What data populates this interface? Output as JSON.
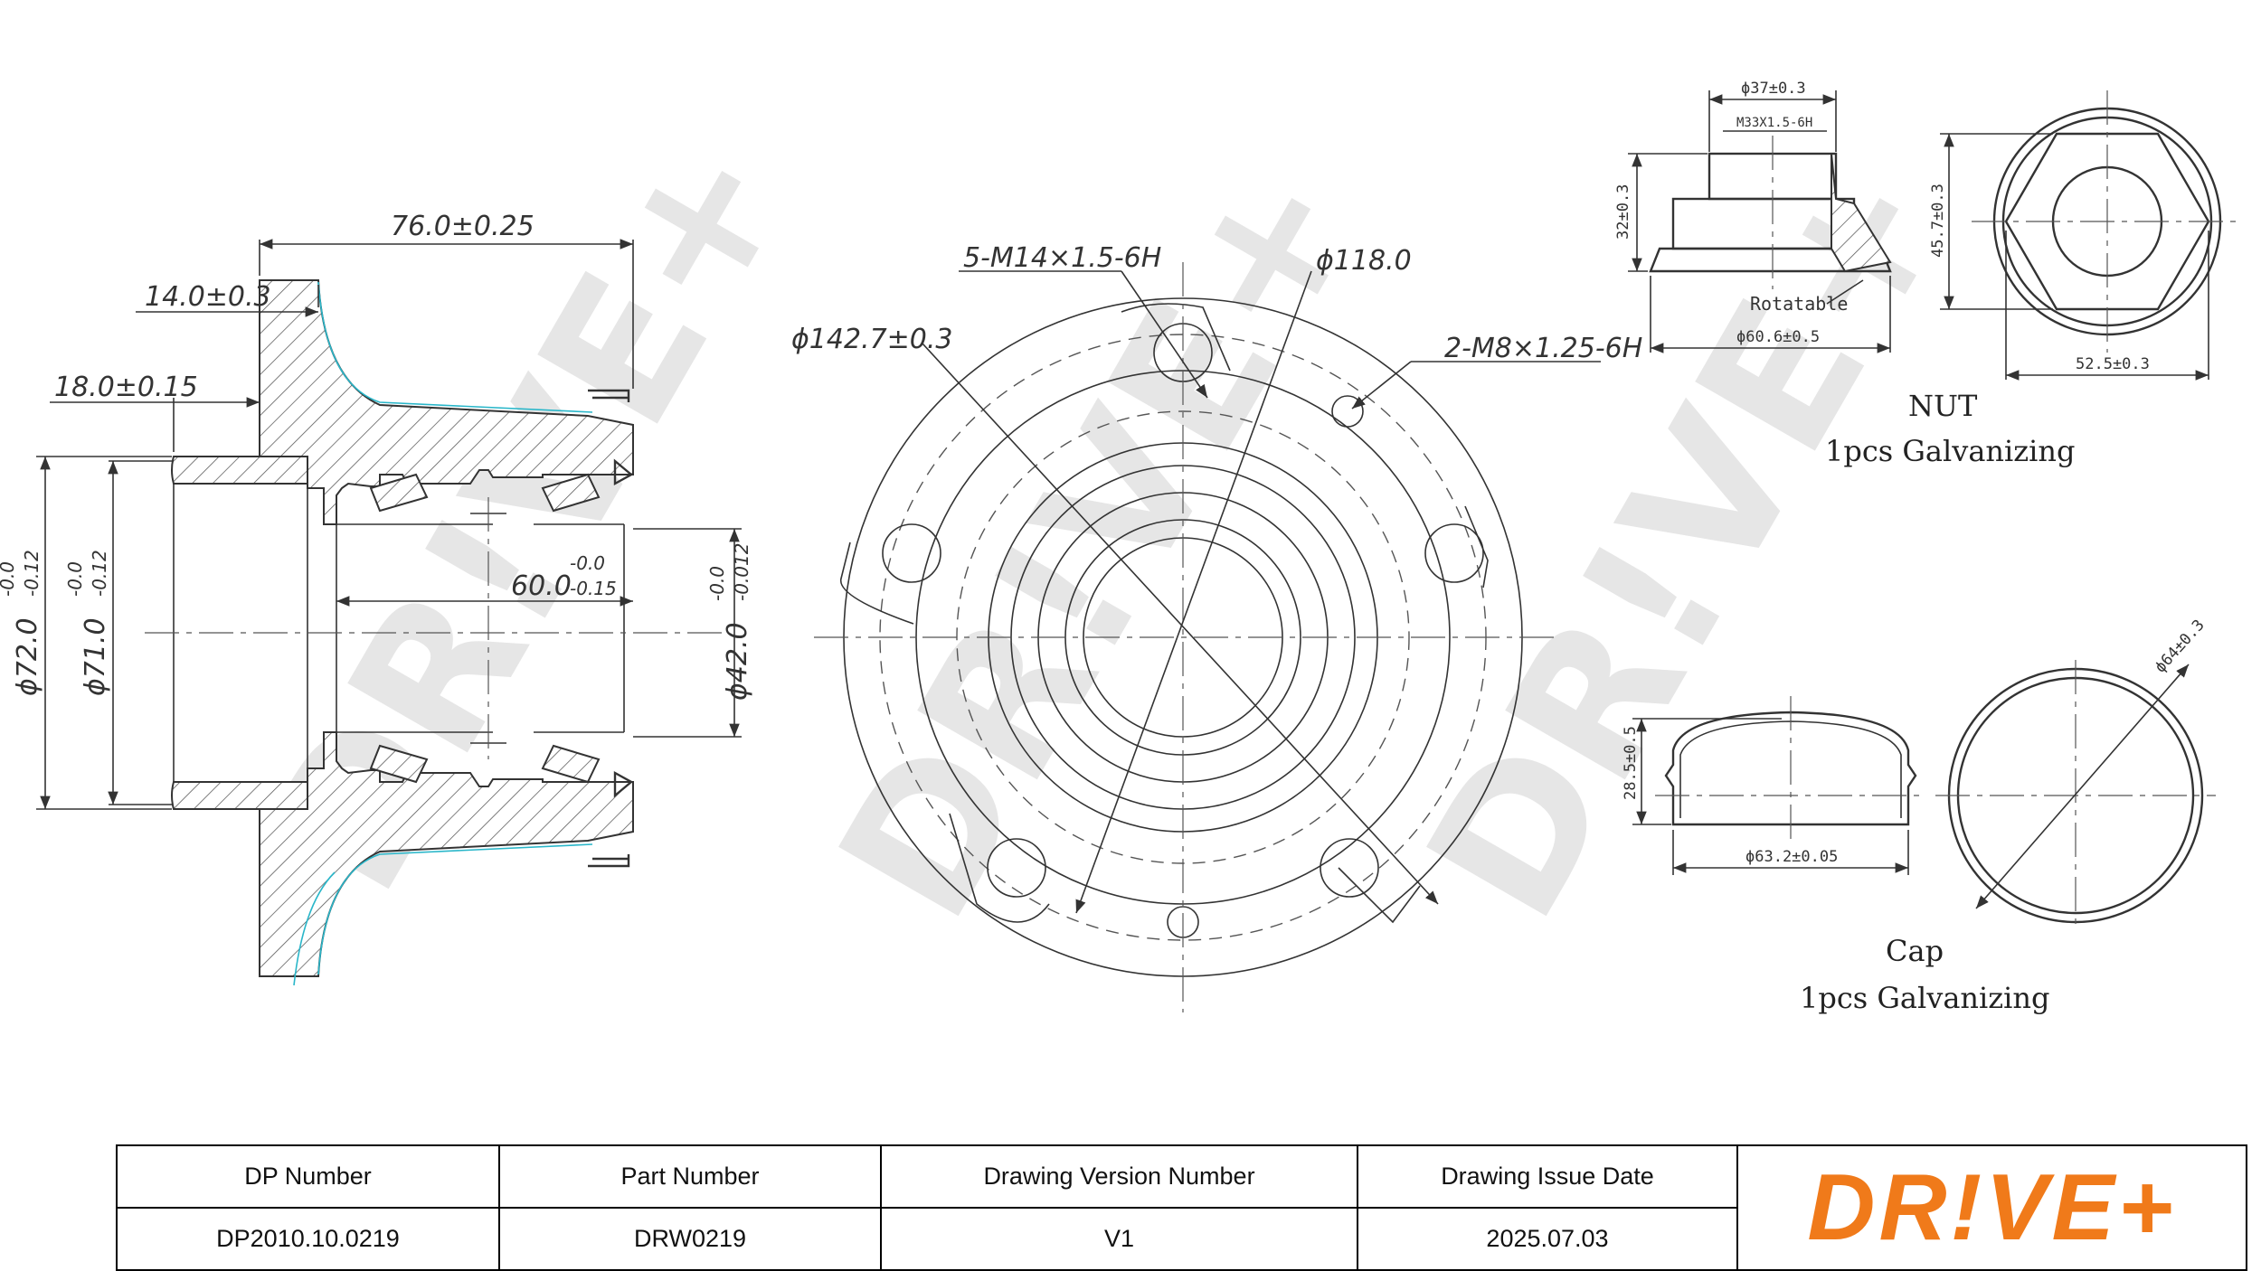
{
  "watermark": "DR!VE+",
  "hub_section": {
    "dims": {
      "overall_length": "76.0±0.25",
      "flange_thickness": "14.0±0.3",
      "pilot_length": "18.0±0.15",
      "od_outer": "ϕ72.0",
      "od_outer_tol_upper": "-0.0",
      "od_outer_tol_lower": "-0.12",
      "od_inner": "ϕ71.0",
      "od_inner_tol_upper": "-0.0",
      "od_inner_tol_lower": "-0.12",
      "bore_length": "60.0",
      "bore_length_tol_upper": "-0.0",
      "bore_length_tol_lower": "-0.15",
      "bore_dia": "ϕ42.0",
      "bore_dia_tol_upper": "-0.0",
      "bore_dia_tol_lower": "-0.012"
    }
  },
  "front_view": {
    "dims": {
      "pcd": "ϕ142.7±0.3",
      "bolt_holes": "5-M14×1.5-6H",
      "inner_dia": "ϕ118.0",
      "small_holes": "2-M8×1.25-6H"
    }
  },
  "nut": {
    "dims": {
      "top_dia": "ϕ37±0.3",
      "thread": "M33X1.5-6H",
      "height": "32±0.3",
      "base_dia": "ϕ60.6±0.5",
      "rotatable_label": "Rotatable",
      "across_corners": "45.7±0.3",
      "across_flats": "52.5±0.3"
    },
    "label": "NUT",
    "spec": "1pcs  Galvanizing"
  },
  "cap": {
    "dims": {
      "height": "28.5±0.5",
      "dia": "ϕ63.2±0.05",
      "outer_dia": "ϕ64±0.3"
    },
    "label": "Cap",
    "spec": "1pcs  Galvanizing"
  },
  "title_block": {
    "columns": [
      {
        "header": "DP Number",
        "value": "DP2010.10.0219"
      },
      {
        "header": "Part Number",
        "value": "DRW0219"
      },
      {
        "header": "Drawing Version Number",
        "value": "V1"
      },
      {
        "header": "Drawing Issue Date",
        "value": "2025.07.03"
      }
    ],
    "logo": "DR!VE+",
    "logo_color": "#f07a1a"
  }
}
